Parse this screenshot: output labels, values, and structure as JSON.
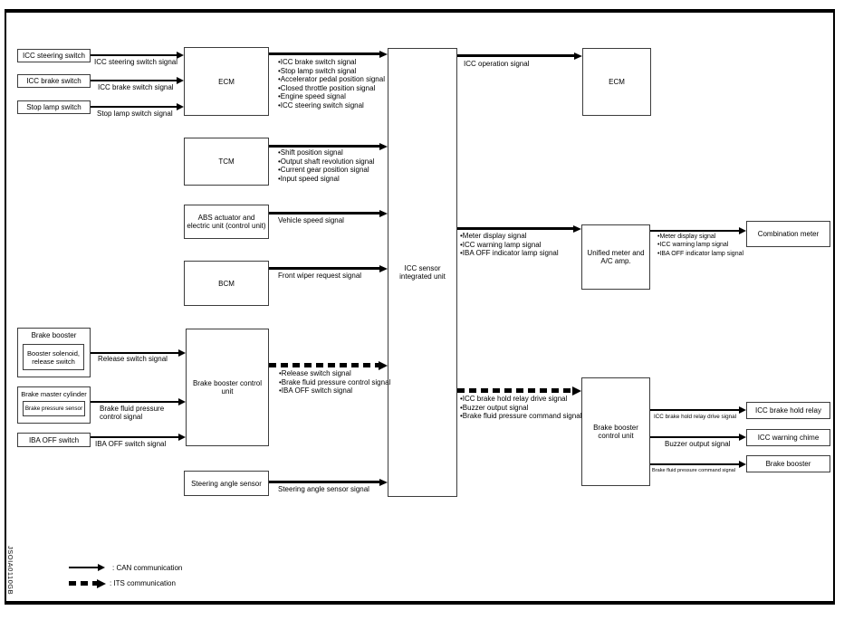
{
  "diagram": {
    "code": "JSOIA0110GB",
    "nodes": {
      "icc_steering_switch": "ICC steering switch",
      "icc_brake_switch": "ICC brake switch",
      "stop_lamp_switch": "Stop lamp switch",
      "ecm_left": "ECM",
      "tcm": "TCM",
      "abs_unit": "ABS actuator and electric unit (control unit)",
      "bcm": "BCM",
      "brake_booster_left": "Brake booster",
      "booster_solenoid": "Booster solenoid, release switch",
      "brake_master_cylinder": "Brake master cylinder",
      "brake_pressure_sensor": "Brake pressure sensor",
      "iba_off_switch": "IBA OFF switch",
      "brake_booster_cu_left": "Brake booster control unit",
      "steering_angle_sensor": "Steering angle sensor",
      "icc_sensor_unit": "ICC sensor integrated unit",
      "ecm_right": "ECM",
      "unified_meter": "Unified meter and A/C amp.",
      "brake_booster_cu_right": "Brake booster control unit",
      "combination_meter": "Combination meter",
      "icc_brake_hold_relay": "ICC brake hold relay",
      "icc_warning_chime": "ICC warning chime",
      "brake_booster_right": "Brake booster"
    },
    "labels": {
      "icc_steering_switch_signal": "ICC steering switch signal",
      "icc_brake_switch_signal": "ICC brake switch signal",
      "stop_lamp_switch_signal": "Stop lamp switch signal",
      "vehicle_speed_signal": "Vehicle speed signal",
      "front_wiper_request_signal": "Front wiper request signal",
      "release_switch_signal": "Release switch signal",
      "brake_fluid_pressure_control_signal": "Brake fluid pressure control signal",
      "iba_off_switch_signal": "IBA OFF switch signal",
      "steering_angle_sensor_signal": "Steering angle sensor signal",
      "icc_operation_signal": "ICC operation signal",
      "icc_brake_hold_relay_drive_signal": "ICC brake hold relay drive signal",
      "buzzer_output_signal": "Buzzer output signal",
      "brake_fluid_pressure_command_signal": "Brake fluid pressure command signal"
    },
    "lists": {
      "ecm_to_icc": [
        "•ICC brake switch signal",
        "•Stop lamp switch signal",
        "•Accelerator pedal position signal",
        "•Closed throttle position signal",
        "•Engine speed signal",
        "•ICC steering switch signal"
      ],
      "tcm_to_icc": [
        "•Shift position signal",
        "•Output shaft revolution signal",
        "•Current gear position signal",
        "•Input speed signal"
      ],
      "bbcu_to_icc": [
        "•Release switch signal",
        "•Brake fluid pressure control signal",
        "•IBA OFF switch signal"
      ],
      "icc_to_meter": [
        "•Meter display signal",
        "•ICC warning lamp signal",
        "•IBA OFF indicator lamp signal"
      ],
      "icc_to_bbcu": [
        "•ICC brake hold relay drive signal",
        "•Buzzer output signal",
        "•Brake fluid pressure command signal"
      ],
      "meter_to_comb": [
        "•Meter display signal",
        "•ICC warning lamp signal",
        "•IBA OFF indicator lamp signal"
      ]
    },
    "legend": {
      "can": ": CAN communication",
      "its": ": ITS communication"
    }
  }
}
